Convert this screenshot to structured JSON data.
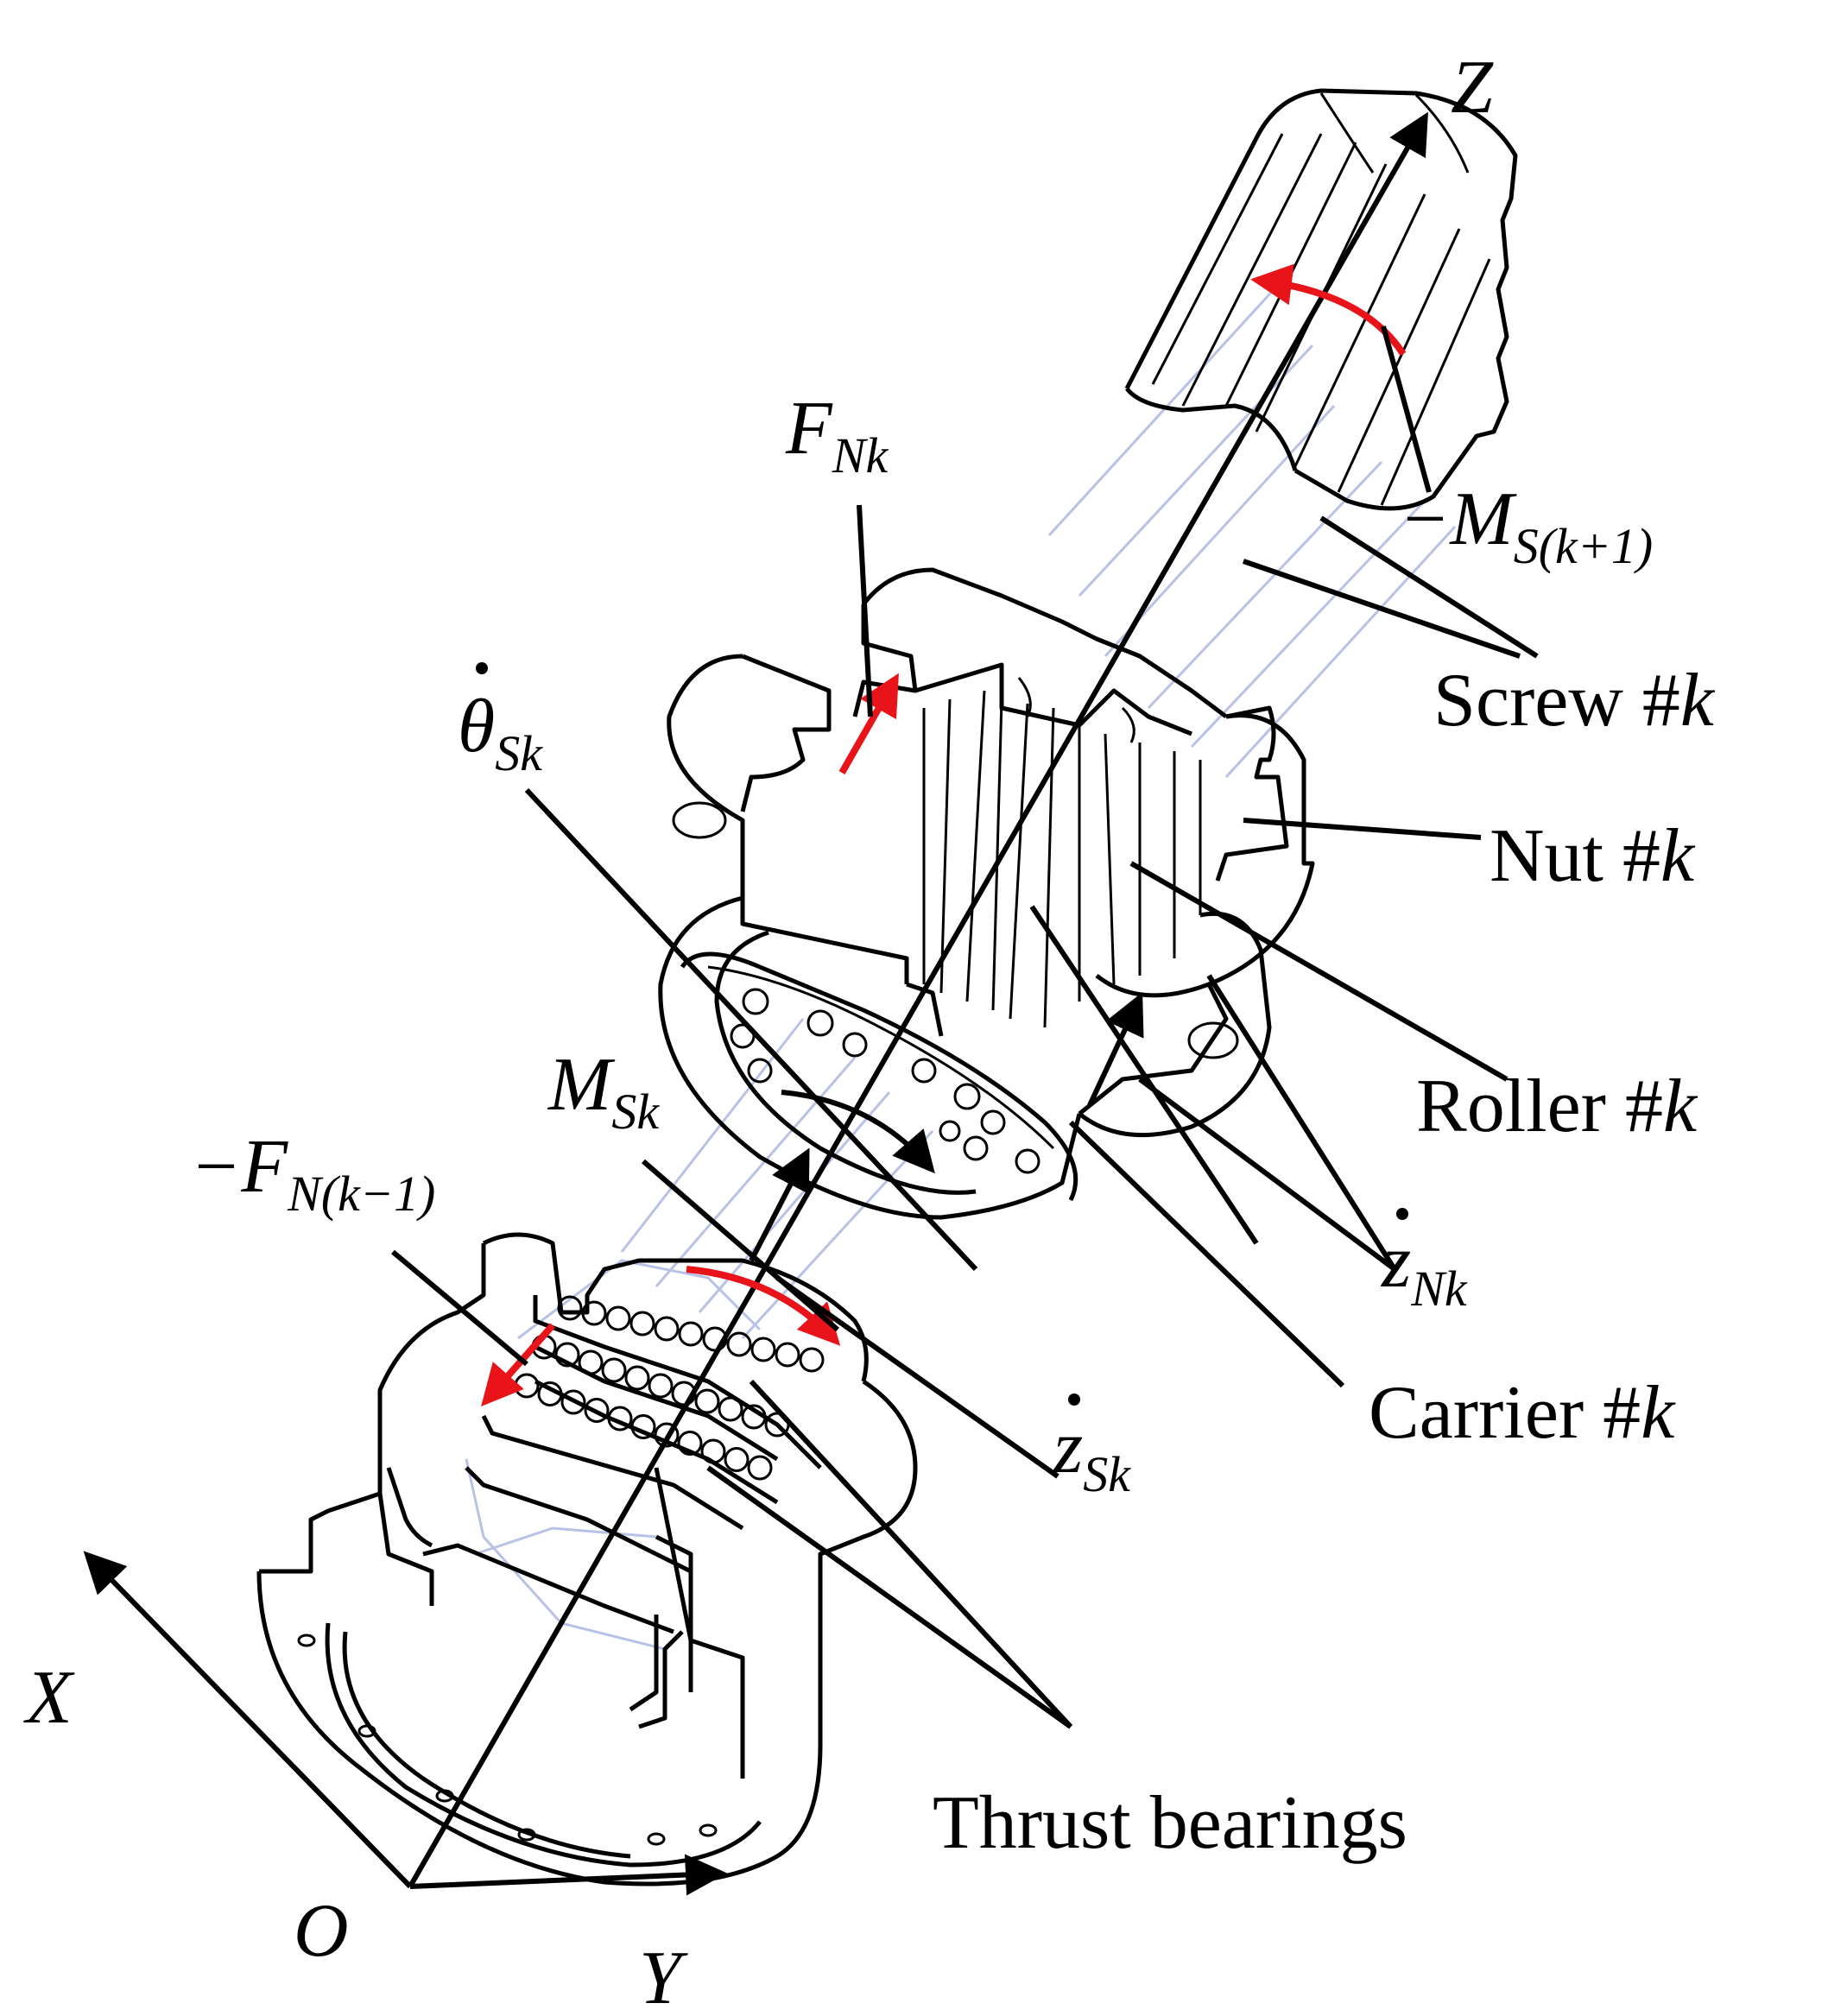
{
  "labels": {
    "axis_z": "Z",
    "axis_x": "X",
    "axis_y": "Y",
    "origin": "O",
    "screw": "Screw #",
    "nut": "Nut #",
    "roller": "Roller #",
    "carrier": "Carrier #",
    "thrust_bearings": "Thrust bearings",
    "k": "k"
  },
  "symbols": {
    "f_nk_main": "F",
    "f_nk_sub": "Nk",
    "theta_main": "θ",
    "theta_sub": "Sk",
    "m_sk_main": "M",
    "m_sk_sub": "Sk",
    "f_nk1_main": "−F",
    "f_nk1_sub": "N(k−1)",
    "z_nk_main": "z",
    "z_nk_sub": "Nk",
    "z_sk_main": "z",
    "z_sk_sub": "Sk",
    "m_sk1_main": "−M",
    "m_sk1_sub": "S(k+1)"
  },
  "colors": {
    "line": "#000000",
    "moment_arrow": "#e8141a",
    "hidden_edge": "#b8c2e6"
  }
}
